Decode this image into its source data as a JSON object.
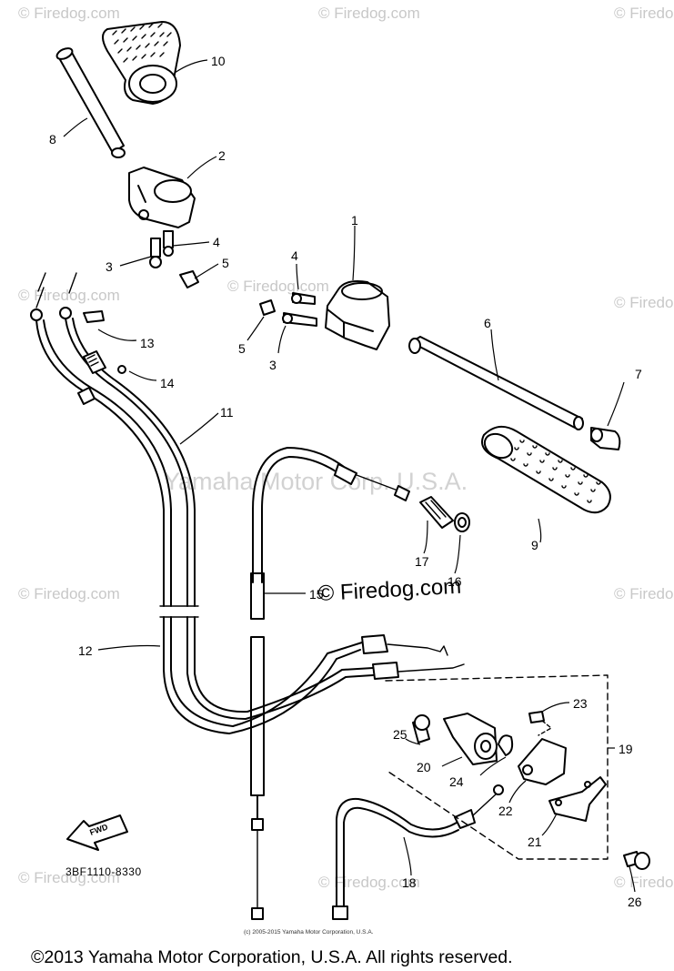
{
  "watermarks": {
    "firedog": "© Firedog.com",
    "firedog_lower": "© Firedog.com",
    "yamaha": "Yamaha Motor Corp. U.S.A."
  },
  "callouts": [
    "10",
    "8",
    "2",
    "3",
    "4",
    "5",
    "1",
    "4",
    "5",
    "3",
    "6",
    "7",
    "13",
    "14",
    "11",
    "9",
    "17",
    "16",
    "15",
    "12",
    "23",
    "19",
    "25",
    "20",
    "24",
    "22",
    "21",
    "18",
    "26"
  ],
  "fwd_label": "FWD",
  "diagram_code": "3BF1110-8330",
  "small_copyright": "(c) 2005-2015 Yamaha Motor Corporation, U.S.A.",
  "footer_copyright": "©2013 Yamaha Motor Corporation, U.S.A. All rights reserved."
}
